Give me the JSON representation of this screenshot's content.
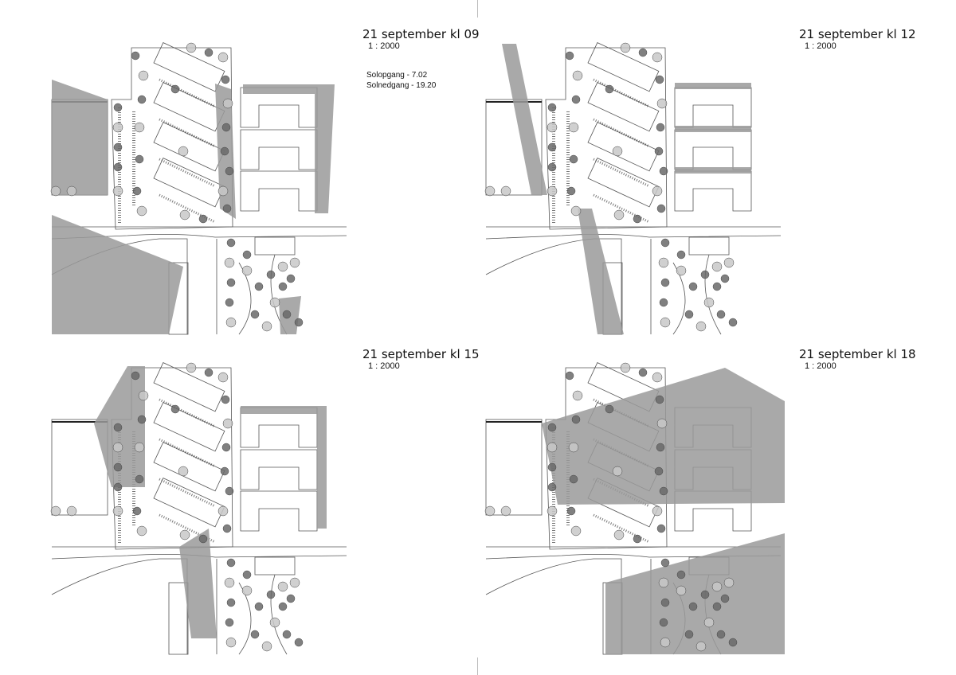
{
  "panels": [
    {
      "title": "21 september kl 09",
      "scale": "1 : 2000"
    },
    {
      "title": "21 september kl 12",
      "scale": "1 : 2000"
    },
    {
      "title": "21 september kl 15",
      "scale": "1 : 2000"
    },
    {
      "title": "21 september kl 18",
      "scale": "1 : 2000"
    }
  ],
  "sun": {
    "sunrise": "Solopgang - 7.02",
    "sunset": "Solnedgang - 19.20"
  },
  "colors": {
    "shadow": "#9a9a9a",
    "tree_light": "#c8c8c8",
    "tree_dark": "#6a6a6a",
    "line": "#555555"
  }
}
